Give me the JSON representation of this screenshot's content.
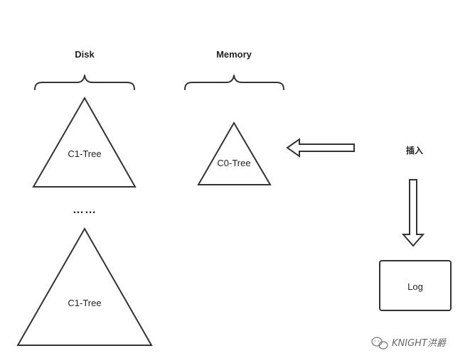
{
  "diagram": {
    "disk_label": "Disk",
    "memory_label": "Memory",
    "c1_tree_top_label": "C1-Tree",
    "c1_tree_bottom_label": "C1-Tree",
    "c0_tree_label": "C0-Tree",
    "ellipsis": "……",
    "insert_label": "插入",
    "log_label": "Log"
  },
  "watermark": {
    "text": "KNIGHT洪爵"
  },
  "colors": {
    "stroke": "#333333",
    "text": "#222222",
    "background": "#ffffff"
  },
  "icons": {
    "watermark_logo": "wechat-icon"
  }
}
